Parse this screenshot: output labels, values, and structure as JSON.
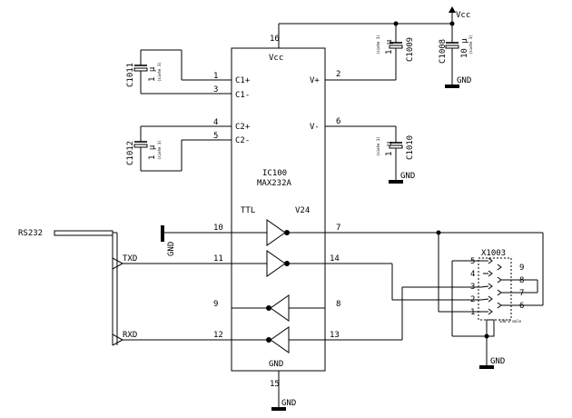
{
  "ic": {
    "ref": "IC100",
    "part": "MAX232A",
    "vcc": "Vcc",
    "gnd": "GND",
    "ttl": "TTL",
    "v24": "V24",
    "pins": {
      "p1": "1",
      "p2": "2",
      "p3": "3",
      "p4": "4",
      "p5": "5",
      "p6": "6",
      "p7": "7",
      "p8": "8",
      "p9": "9",
      "p10": "10",
      "p11": "11",
      "p12": "12",
      "p13": "13",
      "p14": "14",
      "p15": "15",
      "p16": "16"
    },
    "pin_labels": {
      "c1p": "C1+",
      "c1m": "C1-",
      "c2p": "C2+",
      "c2m": "C2-",
      "vp": "V+",
      "vm": "V-"
    }
  },
  "capacitors": {
    "c1011": {
      "ref": "C1011",
      "value": "1 µ",
      "sub": "(siehe 3)"
    },
    "c1012": {
      "ref": "C1012",
      "value": "1 µ",
      "sub": "(siehe 3)"
    },
    "c1009": {
      "ref": "C1009",
      "value": "1 µ",
      "sub": "(siehe 3)"
    },
    "c1010": {
      "ref": "C1010",
      "value": "1 µ",
      "sub": "(siehe 3)"
    },
    "c1008": {
      "ref": "C1008",
      "value": "10 µ",
      "sub": "(siehe 3)"
    }
  },
  "power": {
    "vcc": "Vcc",
    "gnd": "GND"
  },
  "bus": {
    "name": "RS232",
    "txd": "TXD",
    "rxd": "RXD"
  },
  "connector": {
    "ref": "X1003",
    "sub": "Sub-D male",
    "left_pins": [
      "5",
      "4",
      "3",
      "2",
      "1"
    ],
    "right_pins": [
      "9",
      "8",
      "7",
      "6"
    ]
  }
}
